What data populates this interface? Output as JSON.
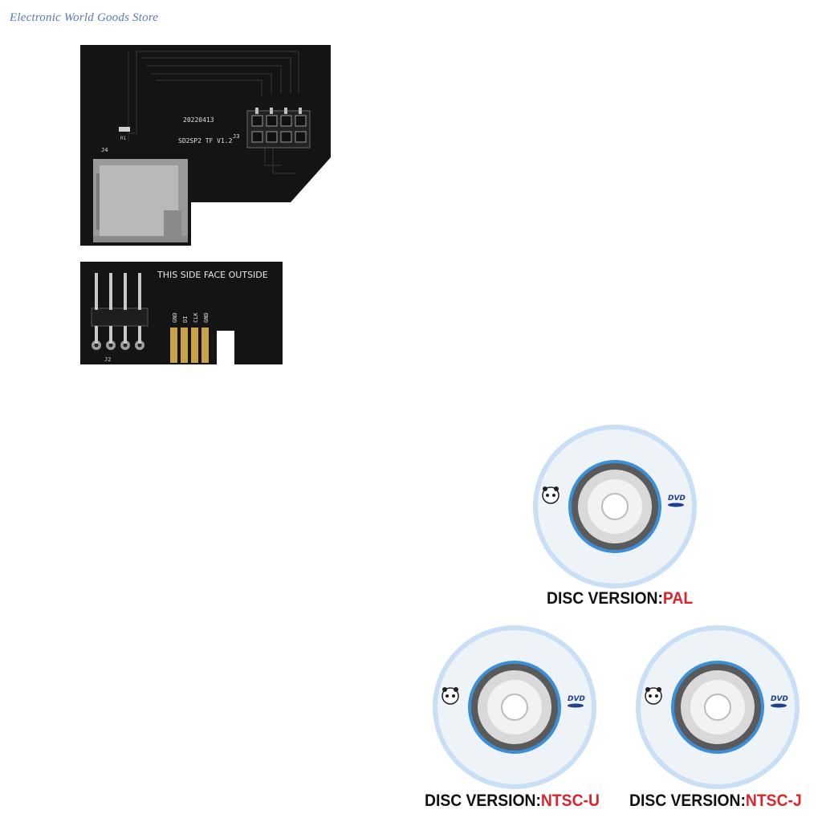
{
  "store": {
    "name": "Electronic World Goods Store"
  },
  "board_top": {
    "date_code": "20220413",
    "model": "SD2SP2  TF  V1.2",
    "label_j3": "J3",
    "label_j4": "J4",
    "label_r": "R1"
  },
  "board_bottom": {
    "notice": "THIS SIDE FACE OUTSIDE",
    "pins": [
      "GND",
      "DI",
      "CLK",
      "GND"
    ],
    "label_j2": "J2"
  },
  "discs": [
    {
      "caption_prefix": "DISC VERSION:",
      "version": "PAL"
    },
    {
      "caption_prefix": "DISC VERSION:",
      "version": "NTSC-U"
    },
    {
      "caption_prefix": "DISC VERSION:",
      "version": "NTSC-J"
    }
  ],
  "colors": {
    "watermark": "#5a78b8",
    "version_red": "#d9262c",
    "pcb": "#141414"
  }
}
